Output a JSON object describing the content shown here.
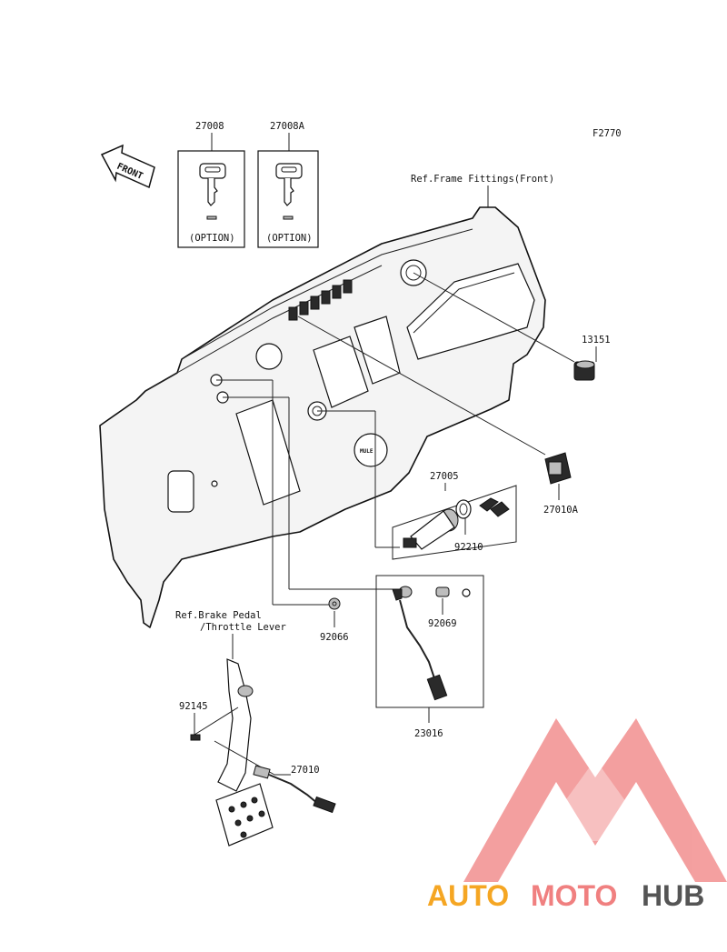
{
  "figure_code": "F2770",
  "front_marker": "FRONT",
  "watermark": {
    "brand_part1": "AUTO",
    "brand_part2": "MOTO",
    "brand_part3": "HUB",
    "colors": {
      "part1": "#f5a623",
      "part2": "#f08080",
      "part3": "#555555",
      "logo": "#f08080"
    }
  },
  "keys": [
    {
      "part_no": "27008",
      "note": "(OPTION)"
    },
    {
      "part_no": "27008A",
      "note": "(OPTION)"
    }
  ],
  "references": {
    "frame": "Ref.Frame Fittings(Front)",
    "brake_line1": "Ref.Brake Pedal",
    "brake_line2": "/Throttle Lever"
  },
  "parts": {
    "p13151": "13151",
    "p27010A": "27010A",
    "p27005": "27005",
    "p92210": "92210",
    "p92066": "92066",
    "p92069": "92069",
    "p23016": "23016",
    "p92145": "92145",
    "p27010": "27010"
  }
}
